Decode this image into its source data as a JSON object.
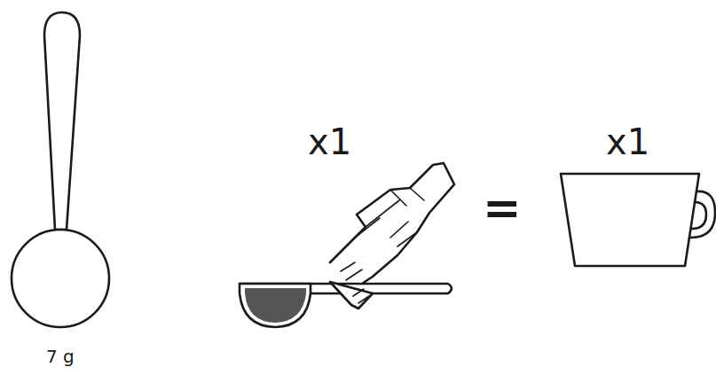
{
  "diagram": {
    "labels": [
      "7 g",
      "x1",
      "=",
      "x1"
    ]
  }
}
